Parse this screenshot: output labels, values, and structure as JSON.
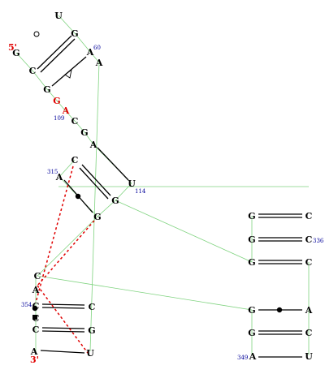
{
  "colors": {
    "nucleotide": "#000000",
    "highlight": "#e00000",
    "index": "#000099",
    "backbone": "#7fd37f",
    "pair": "#000000",
    "tertiary": "#e00000"
  },
  "nucleotides": {
    "n1": "U",
    "n2": "G",
    "n3": "A",
    "n4": "A",
    "n5": "G",
    "n6": "C",
    "n7": "G",
    "n8": "G",
    "n9": "A",
    "n10": "C",
    "n11": "G",
    "n12": "A",
    "n13": "C",
    "n14": "A",
    "n15": "U",
    "n16": "G",
    "n17": "G",
    "n18": "C",
    "n19": "A",
    "n20": "C",
    "n21": "C",
    "n22": "C",
    "n23": "A",
    "n24": "C",
    "n25": "G",
    "n26": "U",
    "n27": "G",
    "n28": "G",
    "n29": "G",
    "n30": "G",
    "n31": "G",
    "n32": "A",
    "n33": "C",
    "n34": "C",
    "n35": "C",
    "n36": "A",
    "n37": "C",
    "n38": "U"
  },
  "labels": {
    "five_prime": "5'",
    "three_prime": "3'",
    "idx_60": "60",
    "idx_109": "109",
    "idx_315": "315",
    "idx_114": "114",
    "idx_354": "354",
    "idx_336": "336",
    "idx_349": "349"
  }
}
